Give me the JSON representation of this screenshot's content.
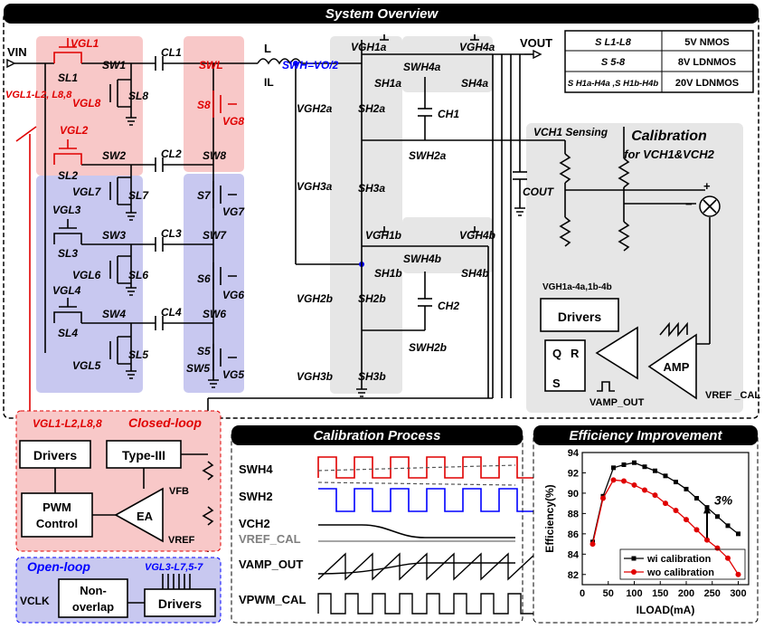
{
  "headers": {
    "overview": "System Overview",
    "calib": "Calibration Process",
    "eff": "Efficiency Improvement"
  },
  "table": [
    {
      "dev": "S L1-L8",
      "type": "5V NMOS"
    },
    {
      "dev": "S 5-8",
      "type": "8V LDNMOS"
    },
    {
      "dev": "S H1a-H4a ,S H1b-H4b",
      "type": "20V LDNMOS"
    }
  ],
  "labels": {
    "vin": "VIN",
    "vout": "VOUT",
    "L": "L",
    "IL": "IL",
    "swl": "SWL",
    "swh": "SWH=VO/2",
    "vgl1l2": "VGL1-L2, L8,8",
    "sw1": "SW1",
    "sw2": "SW2",
    "sw3": "SW3",
    "sw4": "SW4",
    "sw5": "SW5",
    "sw6": "SW6",
    "sw7": "SW7",
    "sw8": "SW8",
    "cl1": "CL1",
    "cl2": "CL2",
    "cl3": "CL3",
    "cl4": "CL4",
    "sl1": "SL1",
    "sl2": "SL2",
    "sl3": "SL3",
    "sl4": "SL4",
    "sl5": "SL5",
    "sl6": "SL6",
    "sl7": "SL7",
    "sl8": "SL8",
    "vgl1": "VGL1",
    "vgl2": "VGL2",
    "vgl3": "VGL3",
    "vgl4": "VGL4",
    "vgl5": "VGL5",
    "vgl6": "VGL6",
    "vgl7": "VGL7",
    "vgl8": "VGL8",
    "s5": "S5",
    "s6": "S6",
    "s7": "S7",
    "s8": "S8",
    "vg5": "VG5",
    "vg6": "VG6",
    "vg7": "VG7",
    "vg8": "VG8",
    "sh1a": "SH1a",
    "sh2a": "SH2a",
    "sh3a": "SH3a",
    "sh4a": "SH4a",
    "sh1b": "SH1b",
    "sh2b": "SH2b",
    "sh3b": "SH3b",
    "sh4b": "SH4b",
    "vgh1a": "VGH1a",
    "vgh2a": "VGH2a",
    "vgh3a": "VGH3a",
    "vgh4a": "VGH4a",
    "vgh1b": "VGH1b",
    "vgh2b": "VGH2b",
    "vgh3b": "VGH3b",
    "vgh4b": "VGH4b",
    "swh4a": "SWH4a",
    "swh2a": "SWH2a",
    "swh4b": "SWH4b",
    "swh2b": "SWH2b",
    "ch1": "CH1",
    "ch2": "CH2",
    "cout": "COUT",
    "vch1": "VCH1 Sensing",
    "calib_title": "Calibration",
    "calib_title2": "for VCH1&VCH2",
    "drivers": "Drivers",
    "vgh_drv": "VGH1a-4a,1b-4b",
    "q": "Q",
    "rr": "R",
    "s": "S",
    "amp": "AMP",
    "vamp": "VAMP_OUT",
    "vref_cal": "VREF _CAL",
    "closed": "Closed-loop",
    "vgl_cl": "VGL1-L2,L8,8",
    "typeiii": "Type-III",
    "pwm1": "PWM",
    "pwm2": "Control",
    "ea": "EA",
    "vfb": "VFB",
    "vref": "VREF",
    "open": "Open-loop",
    "vgl_ol": "VGL3-L7,5-7",
    "vclk": "VCLK",
    "non1": "Non-",
    "non2": "overlap",
    "drivers2": "Drivers",
    "plus": "+",
    "minus": "−"
  },
  "calib_signals": [
    "SWH4",
    "SWH2",
    "VCH2",
    "VREF_CAL",
    "VAMP_OUT",
    "VPWM_CAL"
  ],
  "chart_data": {
    "type": "line",
    "title": "",
    "xlabel": "ILOAD(mA)",
    "ylabel": "Efficiency(%)",
    "xlim": [
      0,
      320
    ],
    "ylim": [
      81,
      94
    ],
    "xticks": [
      0,
      50,
      100,
      150,
      200,
      250,
      300
    ],
    "yticks": [
      82,
      84,
      86,
      88,
      90,
      92,
      94
    ],
    "annotation": "3%",
    "legend_position": "bottom-right",
    "series": [
      {
        "name": "wi calibration",
        "color": "#000000",
        "marker": "square",
        "x": [
          20,
          40,
          60,
          80,
          100,
          120,
          140,
          160,
          180,
          200,
          220,
          240,
          260,
          280,
          300
        ],
        "y": [
          85.2,
          89.7,
          92.5,
          92.8,
          93.0,
          92.6,
          92.2,
          91.7,
          91.1,
          90.4,
          89.5,
          88.6,
          87.7,
          86.8,
          86.0
        ]
      },
      {
        "name": "wo calibration",
        "color": "#e00000",
        "marker": "circle",
        "x": [
          20,
          40,
          60,
          80,
          100,
          120,
          140,
          160,
          180,
          200,
          220,
          240,
          260,
          280,
          300
        ],
        "y": [
          85.0,
          89.5,
          91.3,
          91.2,
          90.8,
          90.3,
          89.8,
          89.0,
          88.3,
          87.4,
          86.4,
          85.4,
          84.6,
          83.6,
          82.0
        ]
      }
    ]
  },
  "colors": {
    "red": "#e00000",
    "blue": "#0000ff",
    "pink": "#f8c8c8",
    "lav": "#c8c8f0",
    "gray": "#e6e6e6"
  }
}
